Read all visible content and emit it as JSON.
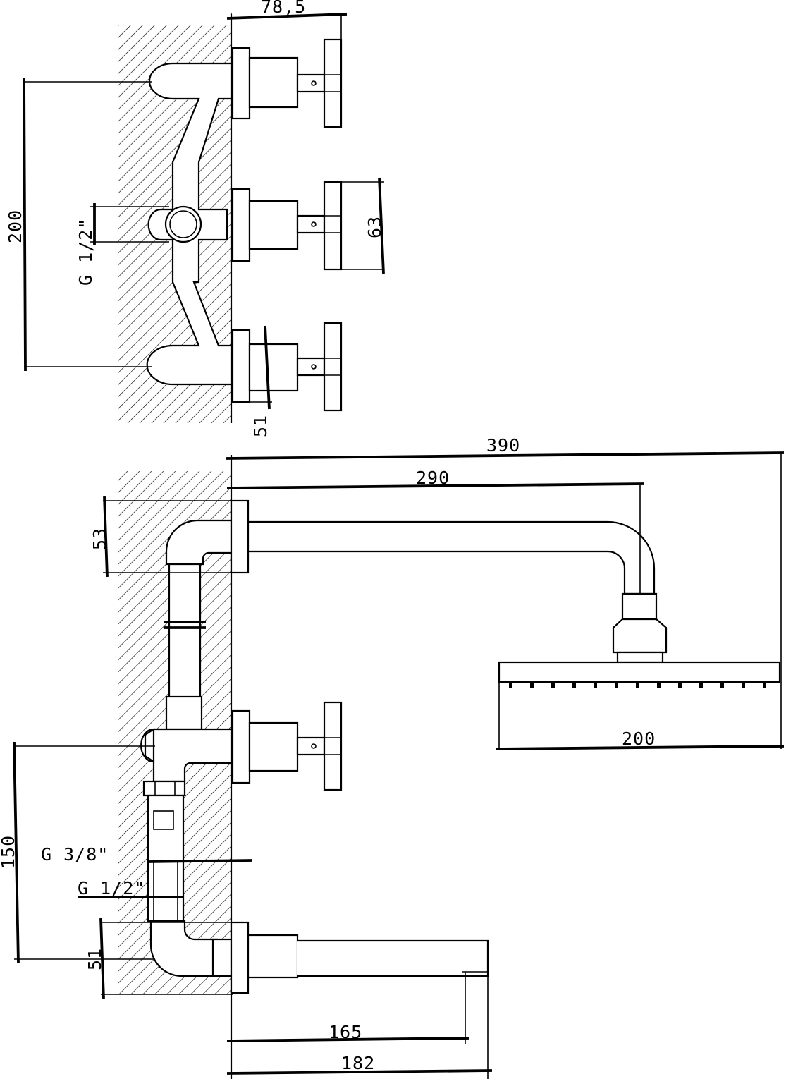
{
  "top_view": {
    "dim_width": "78,5",
    "dim_height": "200",
    "dim_handle": "63",
    "dim_depth": "51",
    "thread": "G 1/2\""
  },
  "front_view": {
    "dim_total": "390",
    "dim_arm": "290",
    "dim_flange": "53",
    "dim_head": "200",
    "dim_spacing": "150",
    "dim_depth": "51",
    "thread_upper": "G 3/8\"",
    "thread_lower": "G 1/2\"",
    "dim_spout_inner": "165",
    "dim_spout_outer": "182"
  }
}
